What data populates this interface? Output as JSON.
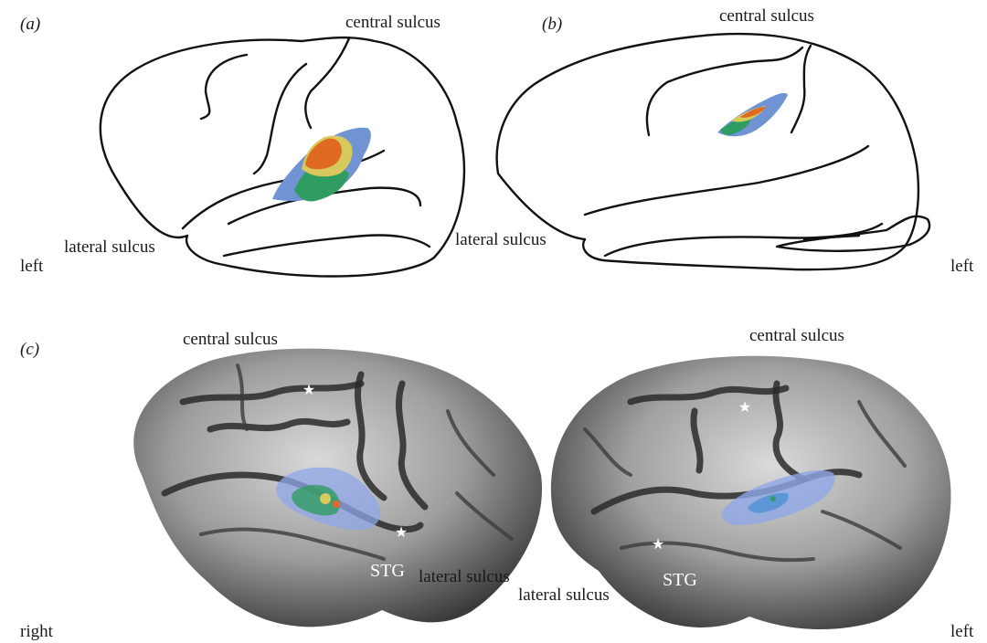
{
  "panels": {
    "a": {
      "tag": "(a)",
      "central_sulcus": "central sulcus",
      "lateral_sulcus": "lateral sulcus",
      "side": "left"
    },
    "b": {
      "tag": "(b)",
      "central_sulcus": "central sulcus",
      "lateral_sulcus": "lateral sulcus",
      "side": "left"
    },
    "c": {
      "tag": "(c)",
      "right_hemisphere": {
        "central_sulcus": "central sulcus",
        "stg": "STG",
        "lateral_sulcus": "lateral sulcus",
        "side": "right"
      },
      "left_hemisphere": {
        "central_sulcus": "central sulcus",
        "stg": "STG",
        "lateral_sulcus": "lateral sulcus",
        "side": "left"
      }
    }
  },
  "colors": {
    "region_blue": "#6f93d3",
    "region_green": "#2f9c62",
    "region_yellow": "#d8c95c",
    "region_orange": "#e06a22",
    "overlay_blue": "#8ea7e8",
    "brain_gray": "#9a9a9a"
  }
}
